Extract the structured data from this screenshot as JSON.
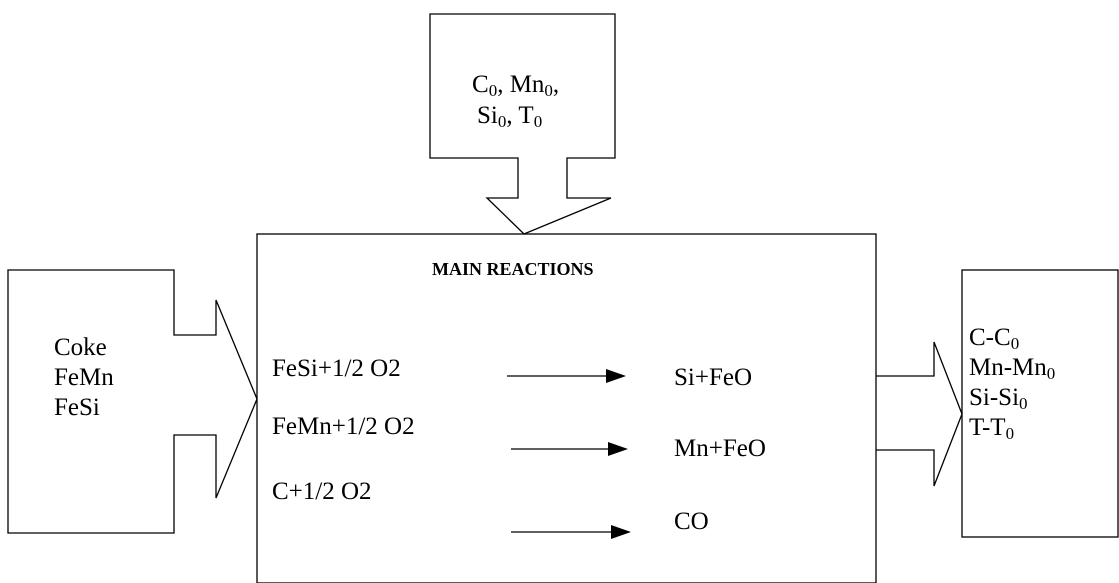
{
  "top_box": {
    "line1": [
      {
        "text": "C"
      },
      {
        "sub": "0"
      },
      {
        "text": ", Mn"
      },
      {
        "sub": "0"
      },
      {
        "text": ","
      }
    ],
    "line2": [
      {
        "text": "Si"
      },
      {
        "sub": "0"
      },
      {
        "text": ", T"
      },
      {
        "sub": "0"
      }
    ]
  },
  "inputs_box": {
    "items": [
      "Coke",
      "FeMn",
      "FeSi"
    ]
  },
  "main_box": {
    "title": "MAIN REACTIONS",
    "reactions": [
      {
        "reactant": "FeSi+1/2 O2",
        "product": "Si+FeO"
      },
      {
        "reactant": "FeMn+1/2 O2",
        "product": "Mn+FeO"
      },
      {
        "reactant": "C+1/2 O2",
        "product": "CO"
      }
    ]
  },
  "outputs_box": {
    "items": [
      [
        {
          "text": "C-C"
        },
        {
          "sub": "0"
        }
      ],
      [
        {
          "text": "Mn-Mn"
        },
        {
          "sub": "0"
        }
      ],
      [
        {
          "text": "Si-Si"
        },
        {
          "sub": "0"
        }
      ],
      [
        {
          "text": "T-T"
        },
        {
          "sub": "0"
        }
      ]
    ]
  },
  "colors": {
    "stroke": "#000000",
    "background": "#ffffff"
  }
}
